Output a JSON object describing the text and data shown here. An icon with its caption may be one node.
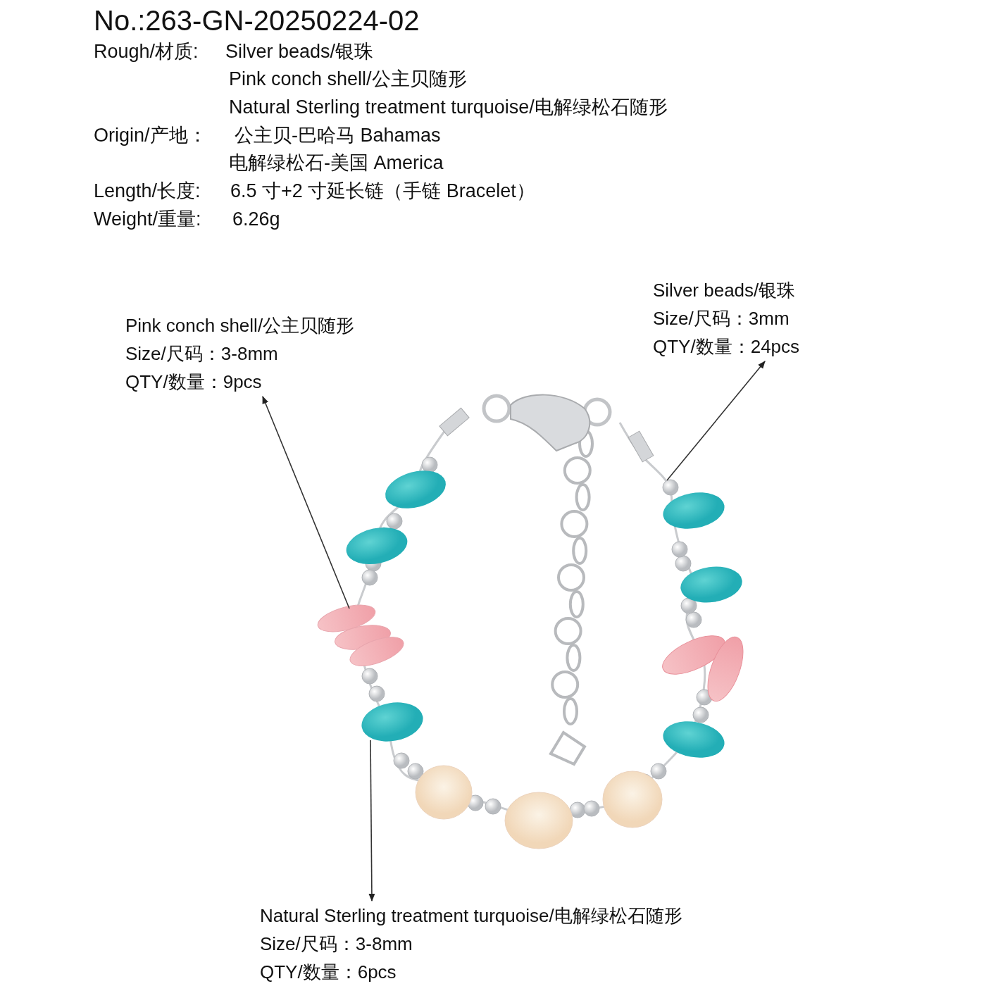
{
  "diagram": {
    "title": "No.:263-GN-20250224-02",
    "nodes": [
      {
        "text": [
          "Pink conch shell/公主贝随形",
          "Size/尺码：3-8mm",
          "QTY/数量：9pcs"
        ]
      },
      {
        "text": [
          "Silver beads/银珠",
          "Size/尺码：3mm",
          "QTY/数量：24pcs"
        ]
      },
      {
        "text": [
          "Natural Sterling treatment turquoise/电解绿松石随形",
          "Size/尺码：3-8mm",
          "QTY/数量：6pcs"
        ]
      },
      {
        "text": [],
        "shape": "picture"
      },
      {
        "text": [],
        "shape": "picture"
      },
      {
        "text": [],
        "shape": "picture"
      }
    ],
    "edges": [
      {
        "from": 3,
        "to": 0,
        "arrow": "to"
      },
      {
        "from": 4,
        "to": 1,
        "arrow": "to"
      },
      {
        "from": 5,
        "to": 2,
        "arrow": "to"
      }
    ],
    "labels": [
      "Rough/材质:",
      "Silver beads/银珠",
      "Pink conch shell/公主贝随形",
      "Natural Sterling treatment turquoise/电解绿松石随形",
      "Origin/产地：",
      "公主贝-巴哈马 Bahamas",
      "电解绿松石-美国 America",
      "Length/长度:",
      "6.5 寸+2 寸延长链（手链 Bracelet）",
      "Weight/重量:",
      "6.26g"
    ]
  }
}
